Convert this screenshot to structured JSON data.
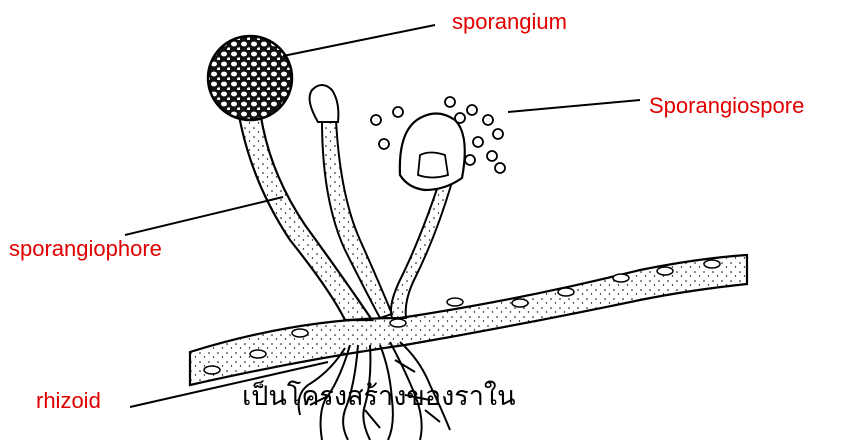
{
  "labels": {
    "sporangium": "sporangium",
    "sporangiospore": "Sporangiospore",
    "sporangiophore": "sporangiophore",
    "rhizoid": "rhizoid"
  },
  "caption": "เป็นโครงสร้างของราใน",
  "colors": {
    "label": "#e00000",
    "line": "#000000",
    "caption": "#000000"
  }
}
